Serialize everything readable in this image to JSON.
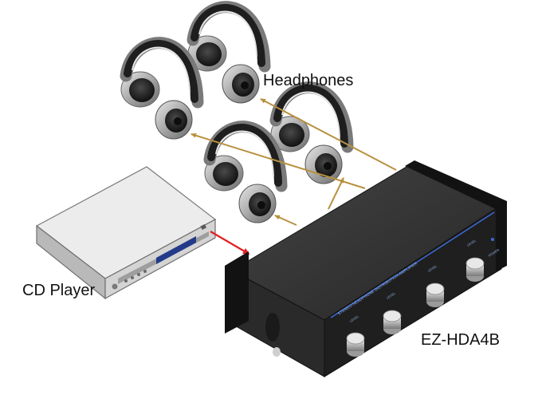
{
  "labels": {
    "headphones": "Headphones",
    "cd_player": "CD Player",
    "amp_model": "EZ-HDA4B"
  },
  "amp_panel": {
    "title_text": "STEREO HEADPHONE DISTRIBUTION AMPLIFIER",
    "knob_labels": [
      "LEVEL",
      "LEVEL",
      "LEVEL",
      "LEVEL"
    ],
    "power_label": "POWER"
  },
  "colors": {
    "audio_line": "#b8913f",
    "input_line": "#e02020",
    "amp_body": "#2b2b2b",
    "amp_end_caps": "#121212",
    "player_body": "#d9d9d9",
    "headphone_band": "#222222",
    "cushion": "#2a2a2a"
  },
  "icons": [
    "headphones-icon",
    "cd-player-icon",
    "knob-icon"
  ]
}
